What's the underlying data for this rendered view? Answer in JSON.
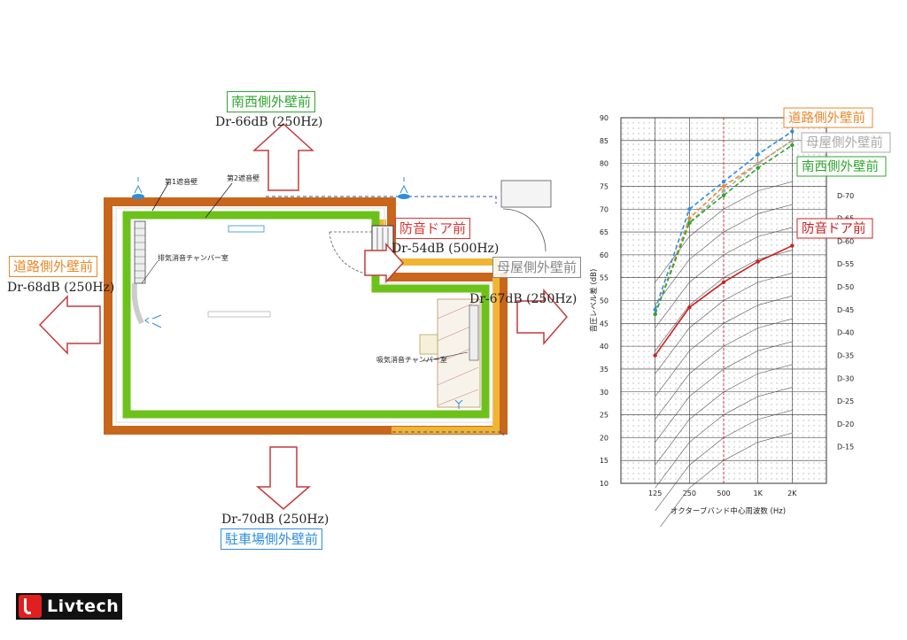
{
  "plan": {
    "labels": [
      {
        "id": "southwest",
        "text": "南西側外壁前",
        "color": "#2fa52f"
      },
      {
        "id": "road",
        "text": "道路側外壁前",
        "color": "#e8892a"
      },
      {
        "id": "parking",
        "text": "駐車場側外壁前",
        "color": "#2e8ee0"
      },
      {
        "id": "door",
        "text": "防音ドア前",
        "color": "#e03030"
      },
      {
        "id": "main_house",
        "text": "母屋側外壁前",
        "color": "#999999"
      }
    ],
    "dr_values": {
      "southwest": "Dr-66dB (250Hz)",
      "road": "Dr-68dB (250Hz)",
      "parking": "Dr-70dB (250Hz)",
      "door": "Dr-54dB (500Hz)",
      "main_house": "Dr-67dB (250Hz)"
    },
    "captions": {
      "wall1": "第1遮音壁",
      "wall2": "第2遮音壁",
      "exhaust": "排気消音チャンバー室",
      "intake": "吸気消音チャンバー室"
    }
  },
  "chart_data": {
    "type": "line",
    "categories": [
      "125",
      "250",
      "500",
      "1K",
      "2K"
    ],
    "xlabel": "オクターブバンド中心周波数 (Hz)",
    "ylabel": "音圧レベル差 (dB)",
    "ylim": [
      10,
      90
    ],
    "yticks": [
      10,
      15,
      20,
      25,
      30,
      35,
      40,
      45,
      50,
      55,
      60,
      65,
      70,
      75,
      80,
      85,
      90
    ],
    "reference_line": "500",
    "d_curve_labels": [
      "D-70",
      "D-65",
      "D-60",
      "D-55",
      "D-50",
      "D-45",
      "D-40",
      "D-35",
      "D-30",
      "D-25",
      "D-20",
      "D-15"
    ],
    "series": [
      {
        "name": "駐車場側外壁前",
        "color": "#2e8ee0",
        "dash": true,
        "values": [
          48,
          70,
          76,
          82,
          87
        ]
      },
      {
        "name": "道路側外壁前",
        "color": "#e8892a",
        "dash": true,
        "values": [
          47,
          68,
          75,
          80,
          85
        ]
      },
      {
        "name": "母屋側外壁前",
        "color": "#aaaaaa",
        "dash": true,
        "values": [
          47,
          67,
          74,
          80,
          85
        ]
      },
      {
        "name": "南西側外壁前",
        "color": "#2fa52f",
        "dash": true,
        "values": [
          47,
          67,
          73,
          79,
          84
        ]
      },
      {
        "name": "防音ドア前",
        "color": "#cc2020",
        "dash": false,
        "values": [
          38,
          48.5,
          54,
          58.5,
          62
        ]
      }
    ]
  },
  "logo": {
    "text": "Livtech"
  }
}
